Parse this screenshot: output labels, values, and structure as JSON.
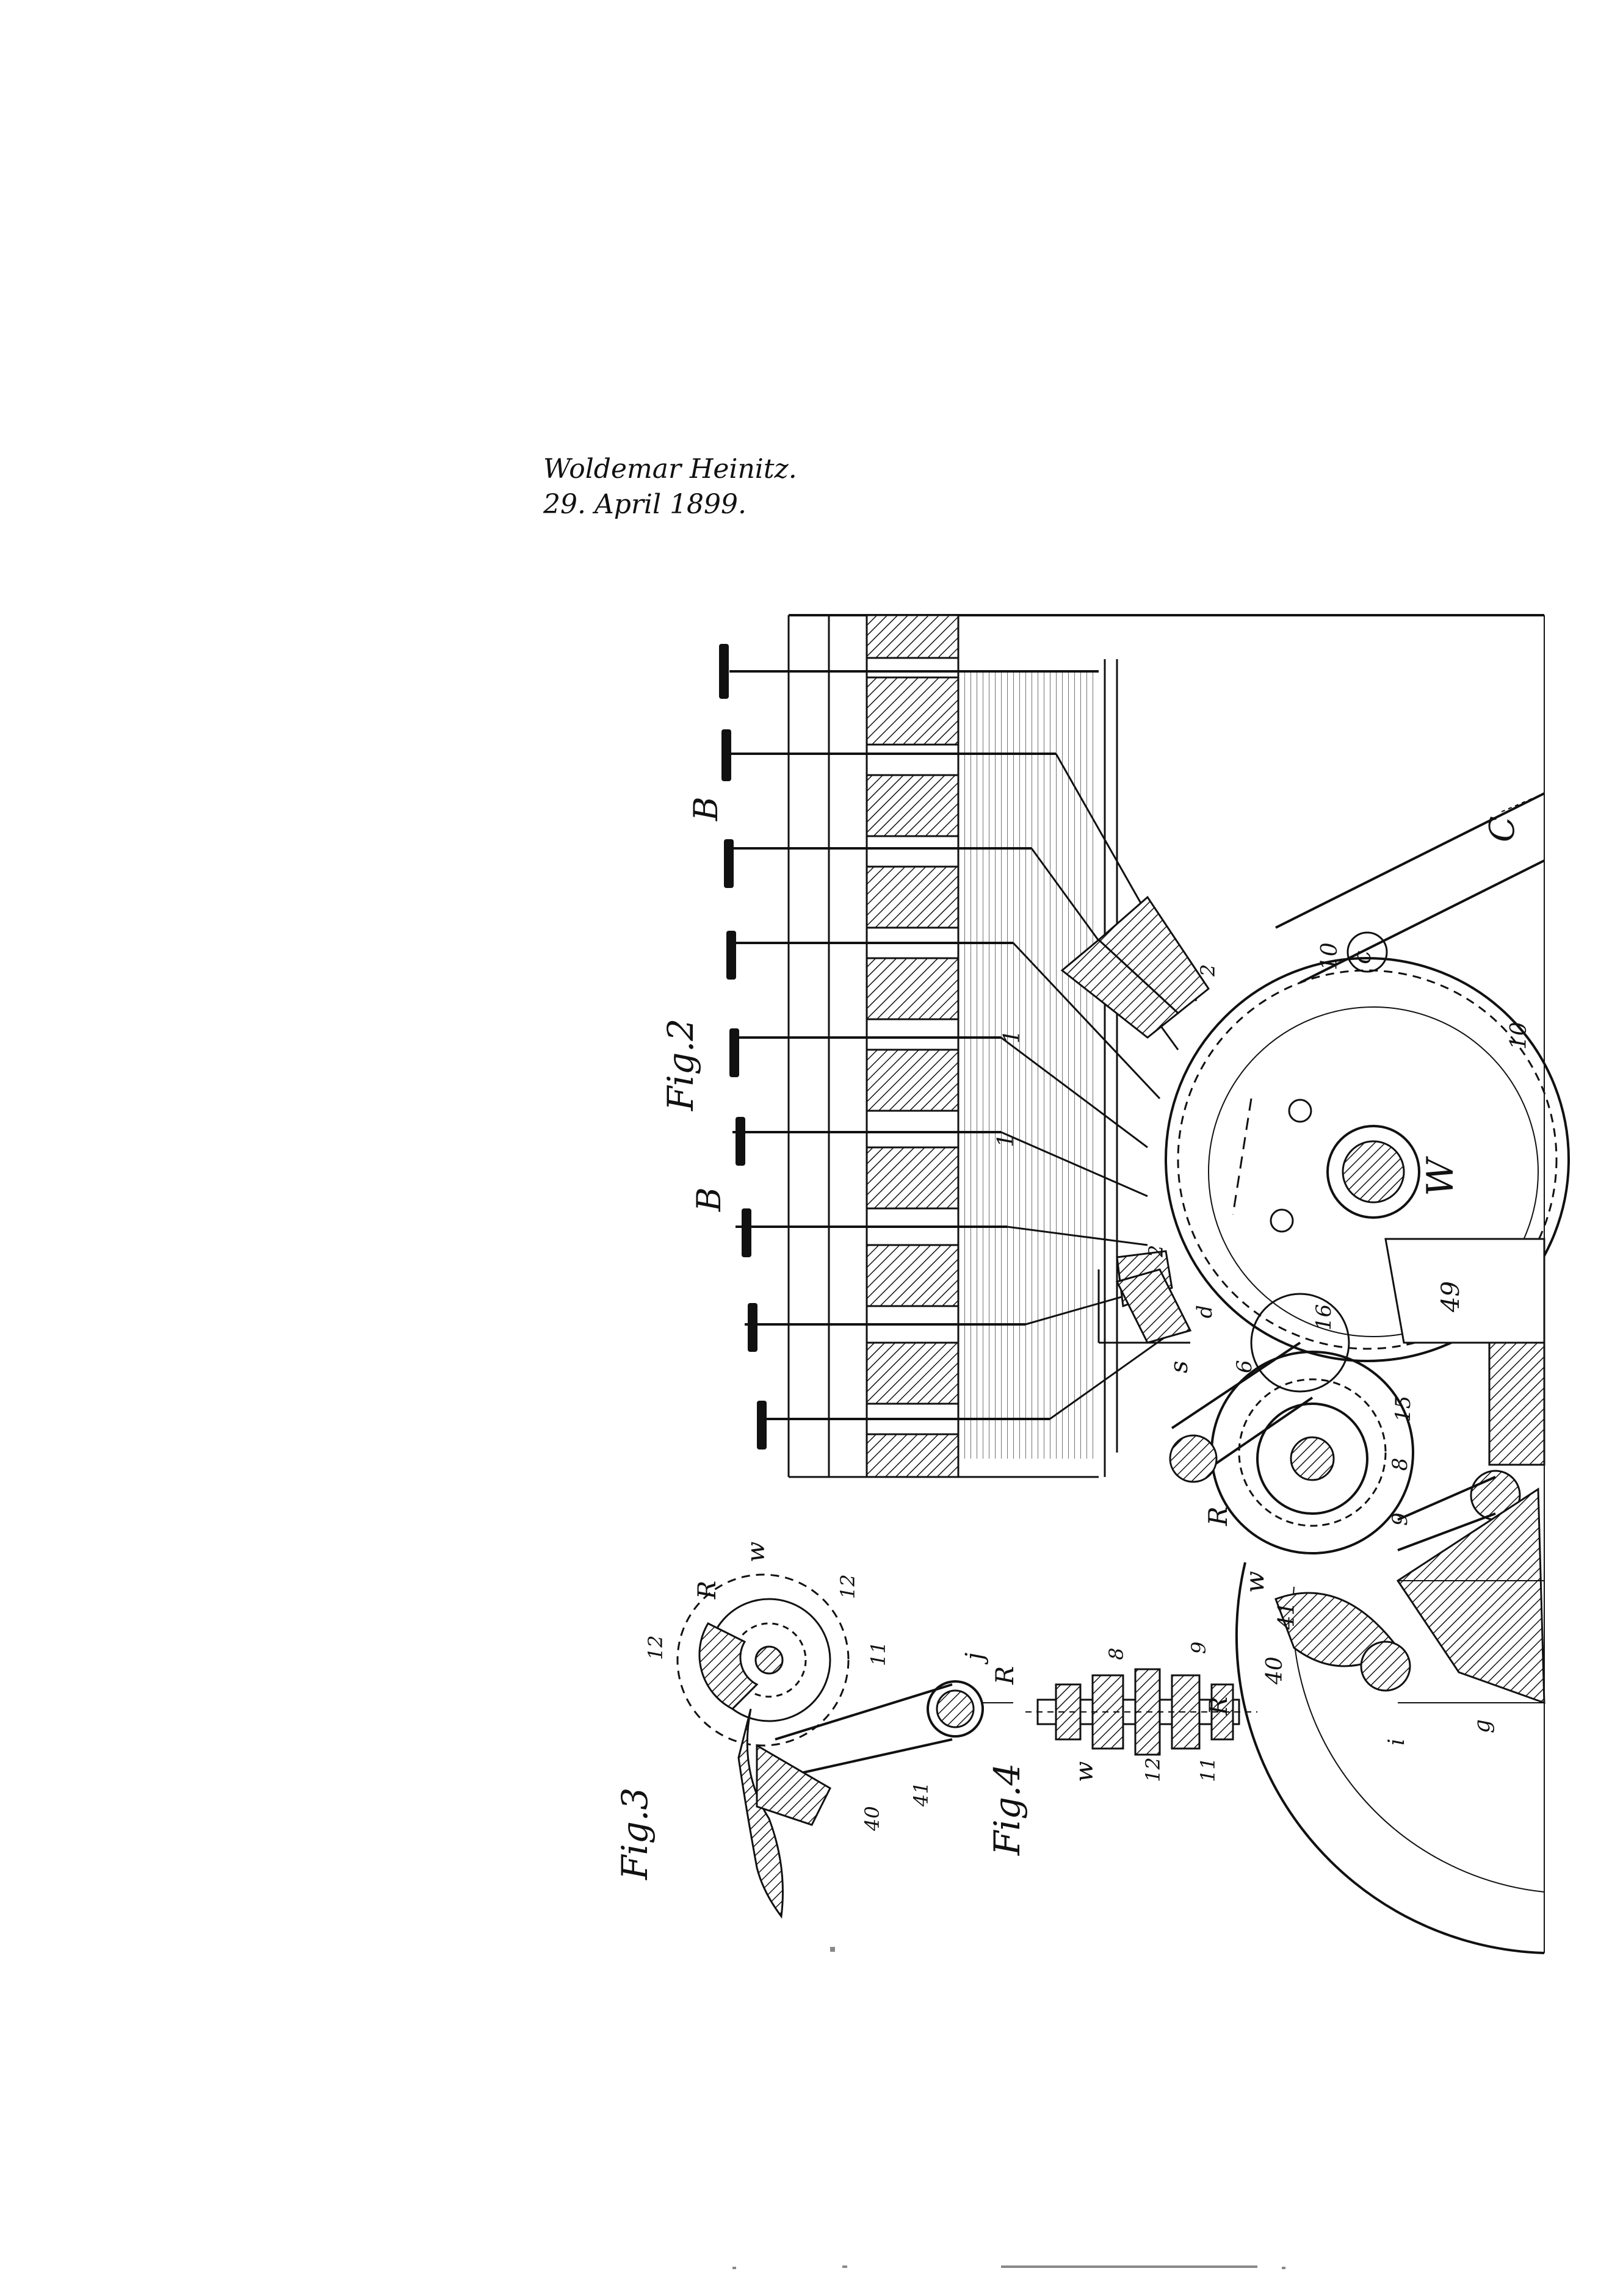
{
  "header": {
    "inventor": "Woldemar Heinitz.",
    "date": "29. April 1899."
  },
  "figures": {
    "fig2": {
      "title": "Fig.2"
    },
    "fig3": {
      "title": "Fig.3"
    },
    "fig4": {
      "title": "Fig.4"
    }
  },
  "labels": {
    "fig2": [
      "B",
      "B",
      "C",
      "c",
      "W",
      "10",
      "10",
      "1",
      "1",
      "2",
      "2",
      "16",
      "15",
      "6",
      "8",
      "9",
      "s",
      "R",
      "w",
      "41",
      "40",
      "49",
      "i",
      "g",
      "d"
    ],
    "fig3": [
      "R",
      "w",
      "12",
      "12",
      "11",
      "j",
      "40",
      "41"
    ],
    "fig4": [
      "R",
      "8",
      "9",
      "R",
      "11",
      "12",
      "w"
    ]
  }
}
